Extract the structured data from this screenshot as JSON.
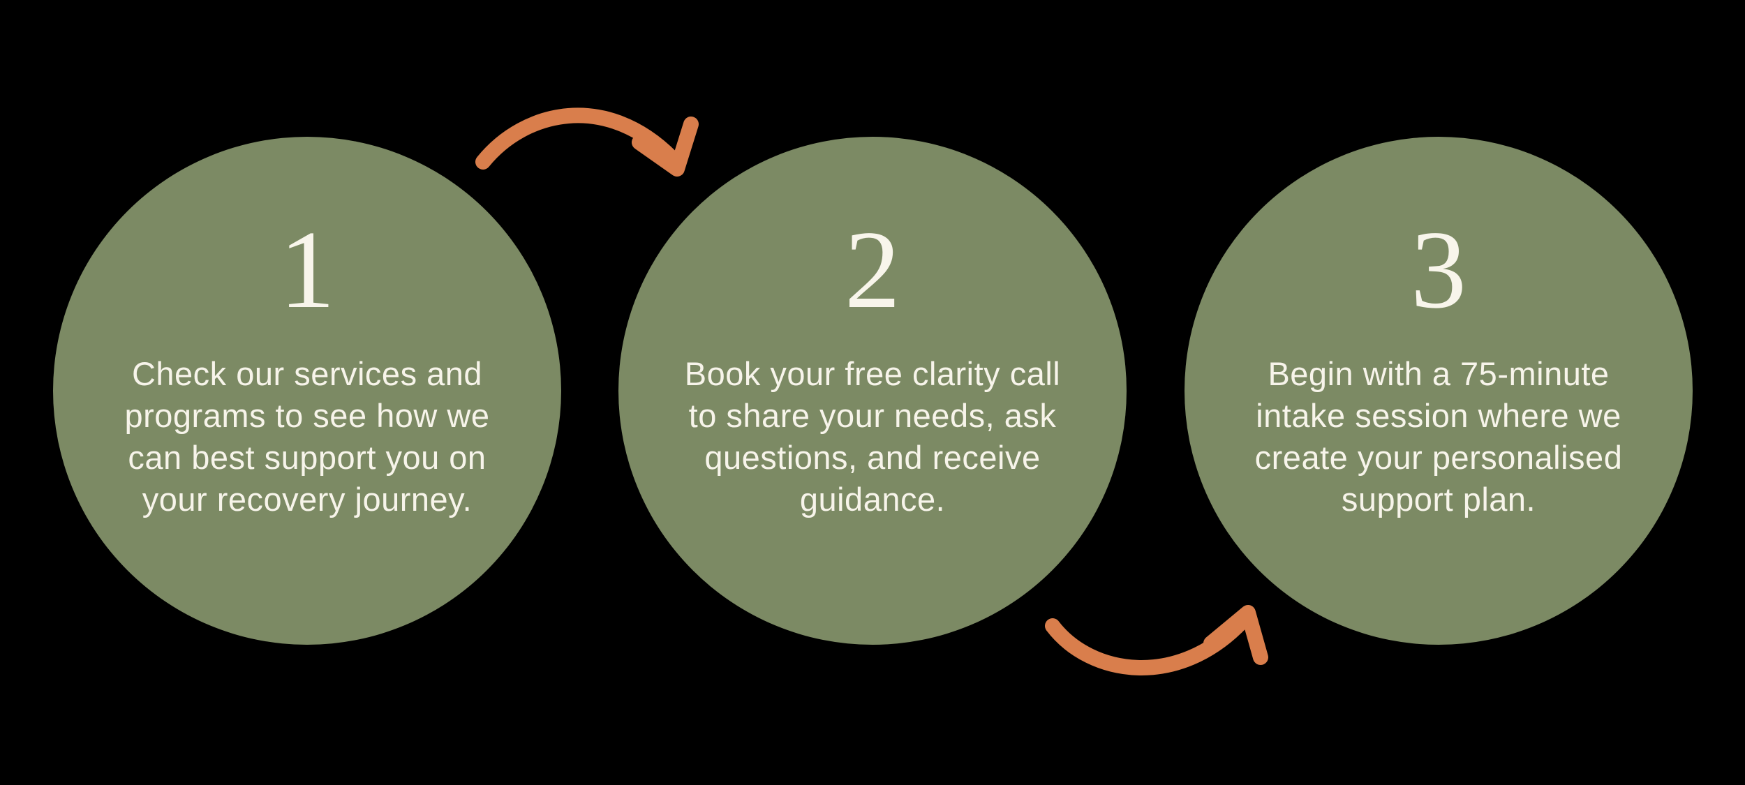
{
  "infographic": {
    "type": "three-step-process",
    "colors": {
      "background": "#000000",
      "circle_fill": "#7c8a64",
      "text": "#f7f4ea",
      "arrow": "#d97e4c"
    },
    "icons": {
      "top_arrow": "curved-arrow-right-down-icon",
      "bottom_arrow": "curved-arrow-right-up-icon"
    }
  },
  "steps": [
    {
      "number": "1",
      "description": "Check our services and\nprograms to see how we\ncan best support you on\nyour recovery journey."
    },
    {
      "number": "2",
      "description": "Book your free clarity call\nto share your needs, ask\nquestions, and receive\nguidance."
    },
    {
      "number": "3",
      "description": "Begin with a 75-minute\nintake session where we\ncreate your personalised\nsupport plan."
    }
  ]
}
